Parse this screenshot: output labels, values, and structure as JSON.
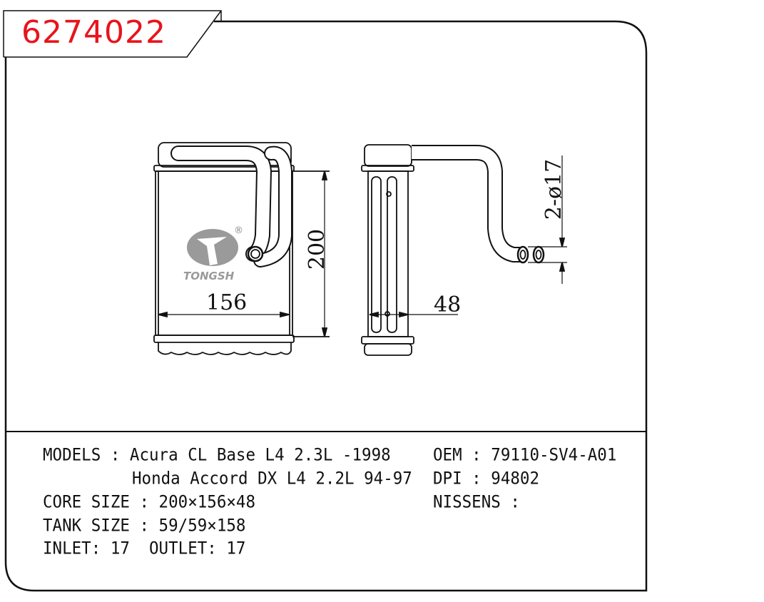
{
  "header": {
    "part_number": "6274022"
  },
  "drawing": {
    "dim_width": "156",
    "dim_height": "200",
    "dim_depth": "48",
    "dim_pipe": "2-ø17",
    "logo": {
      "brand": "TONGSH",
      "registered": "®",
      "color": "#9a9a9a"
    }
  },
  "specs": {
    "models_label": "MODELS : Acura CL Base L4 2.3L -1998",
    "models_line2": "Honda Accord DX L4 2.2L 94-97",
    "core_size": "CORE SIZE : 200×156×48",
    "tank_size": "TANK SIZE : 59/59×158",
    "inlet_outlet": "INLET: 17  OUTLET: 17",
    "oem": "OEM : 79110-SV4-A01",
    "dpi": "DPI : 94802",
    "nissens": "NISSENS :"
  },
  "colors": {
    "part_number": "#e8141c",
    "line": "#111111"
  }
}
